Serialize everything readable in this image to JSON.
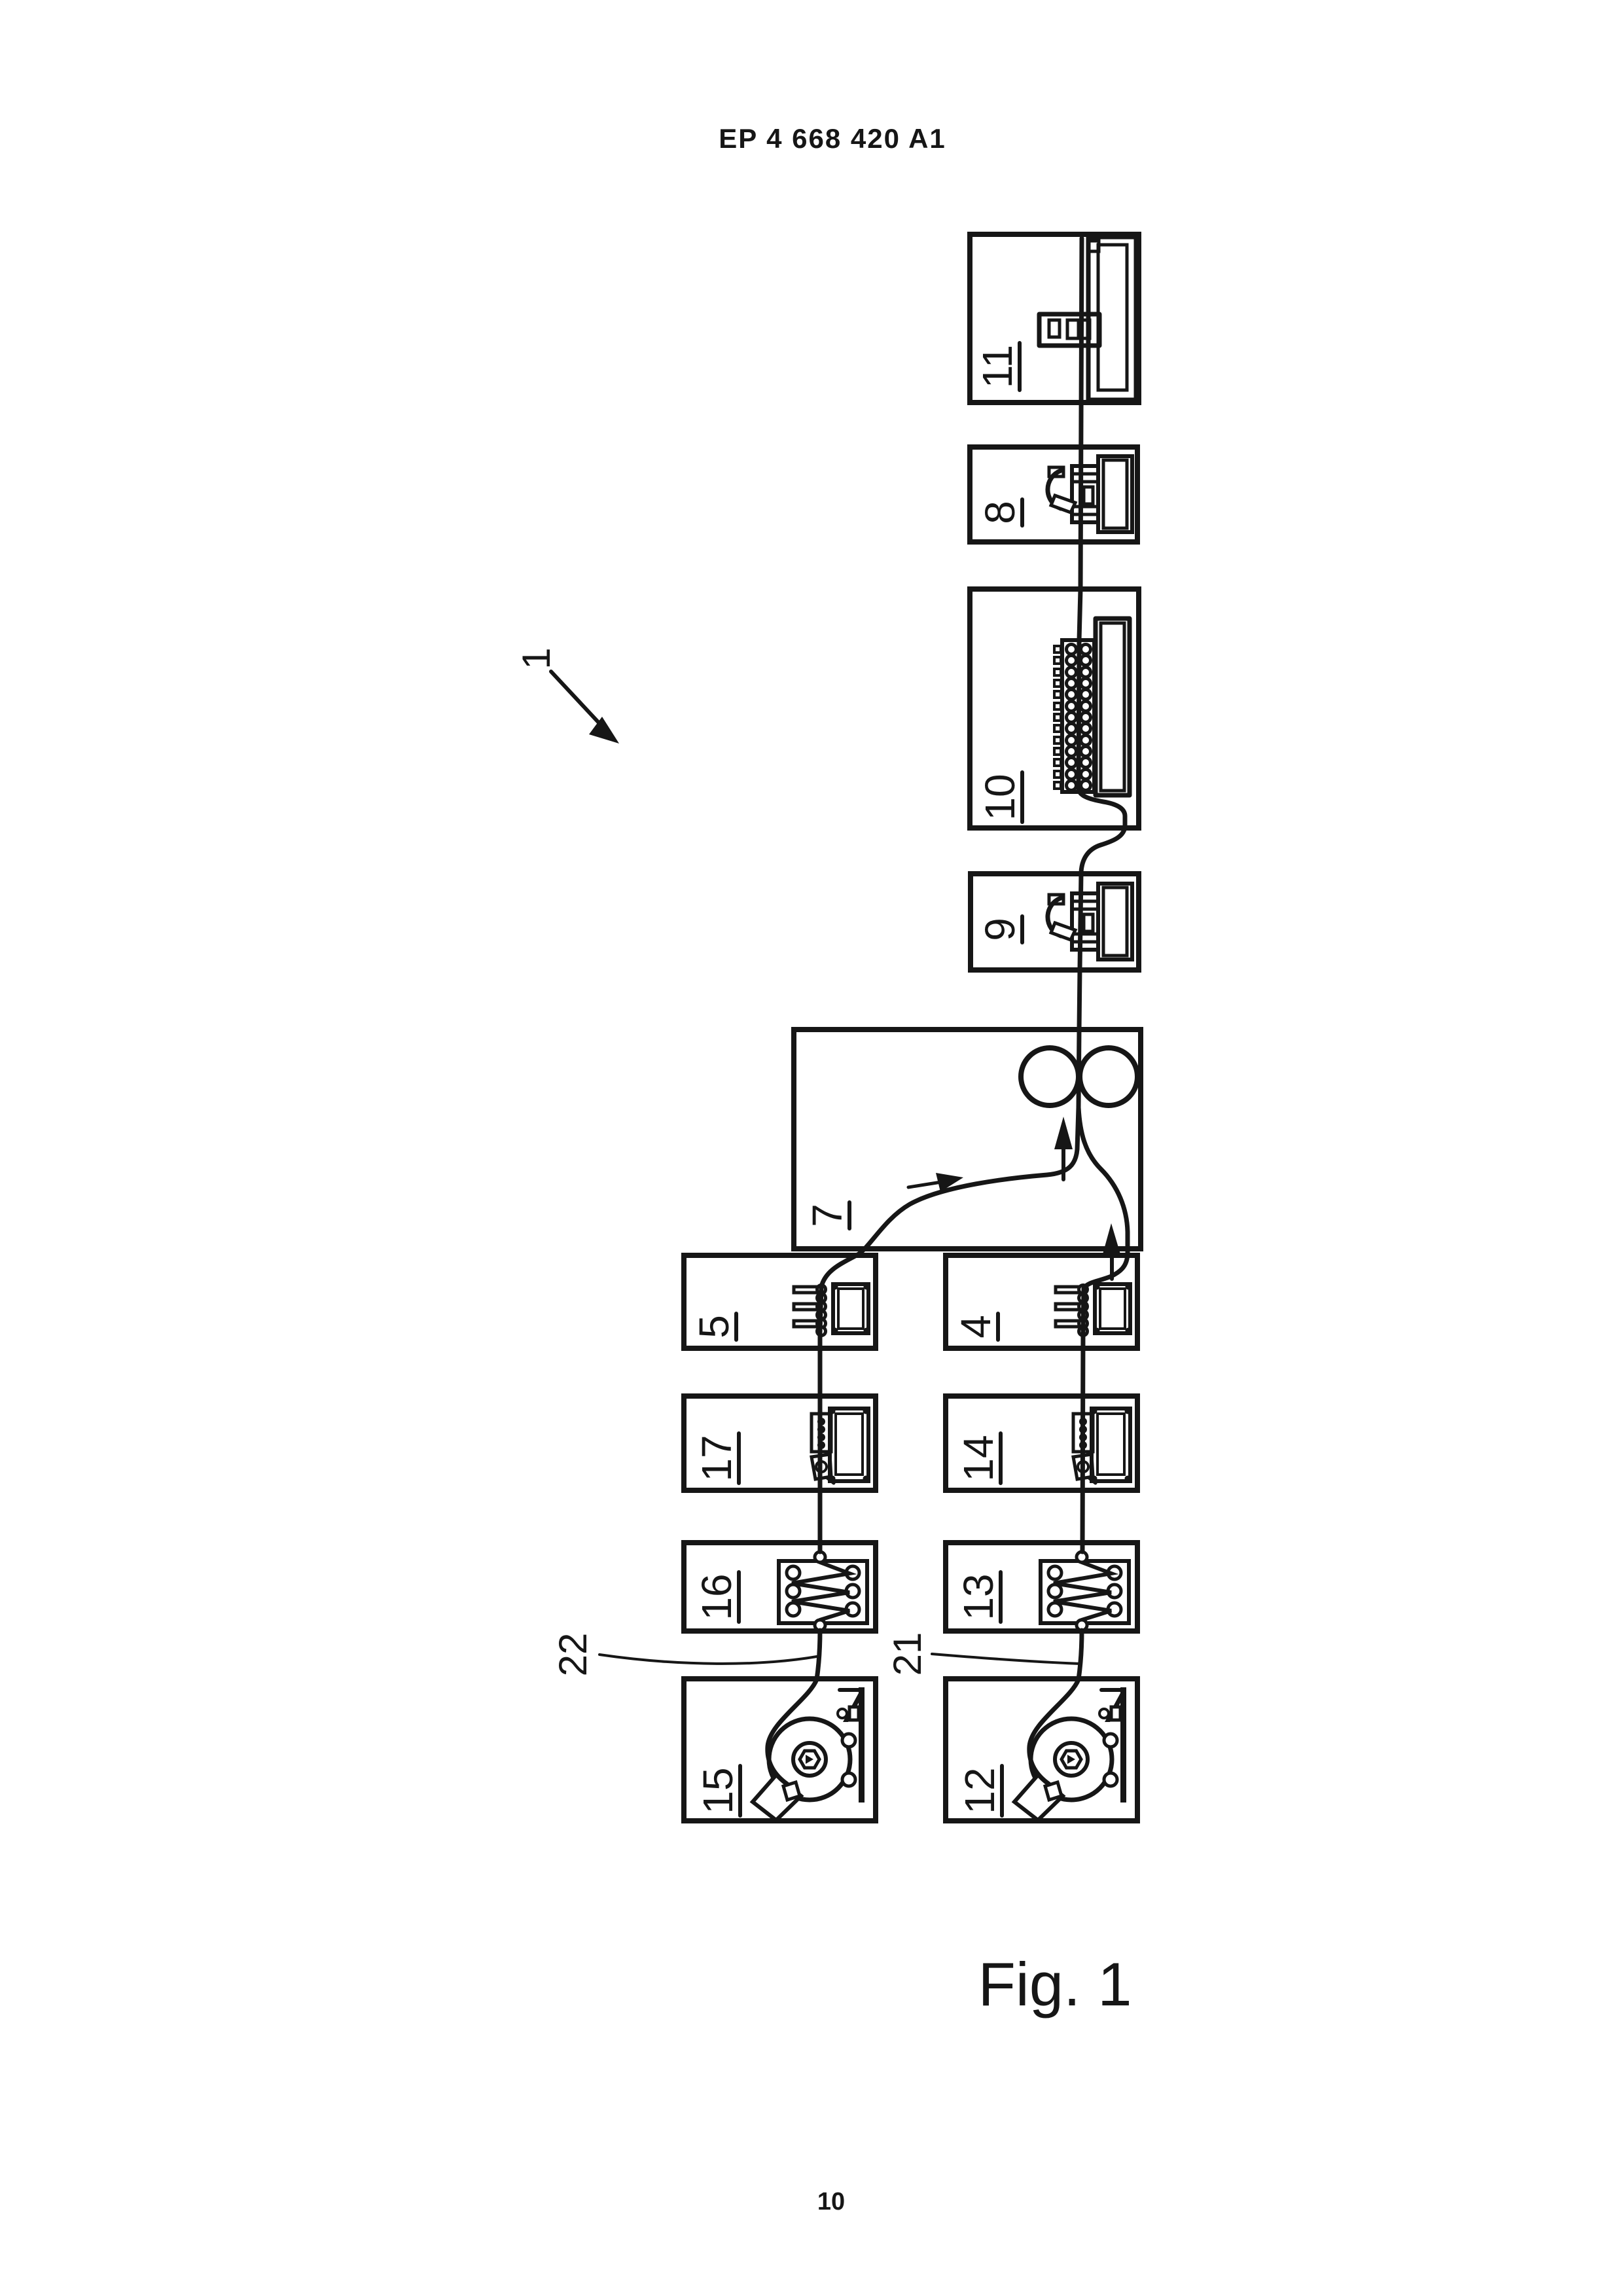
{
  "page": {
    "publication_number": "EP 4 668 420 A1",
    "figure_label": "Fig. 1",
    "page_number": "10"
  },
  "figure": {
    "system_ref": "1",
    "ink_color": "#161616",
    "paper_color": "#ffffff",
    "boxes": [
      {
        "ref": "11",
        "icon": "winder-traverse-icon"
      },
      {
        "ref": "8",
        "icon": "extruder-crosshead-icon"
      },
      {
        "ref": "10",
        "icon": "caterpillar-capstan-icon"
      },
      {
        "ref": "9",
        "icon": "extruder-crosshead-icon"
      },
      {
        "ref": "7",
        "icon": "twinning-discs-icon"
      },
      {
        "ref": "5",
        "icon": "preformer-guide-icon"
      },
      {
        "ref": "4",
        "icon": "preformer-guide-icon"
      },
      {
        "ref": "17",
        "icon": "guide-die-icon"
      },
      {
        "ref": "14",
        "icon": "guide-die-icon"
      },
      {
        "ref": "16",
        "icon": "accumulator-festoon-icon"
      },
      {
        "ref": "13",
        "icon": "accumulator-festoon-icon"
      },
      {
        "ref": "15",
        "icon": "payoff-coil-icon"
      },
      {
        "ref": "12",
        "icon": "payoff-coil-icon"
      }
    ],
    "leader_refs": [
      {
        "ref": "22"
      },
      {
        "ref": "21"
      }
    ]
  }
}
